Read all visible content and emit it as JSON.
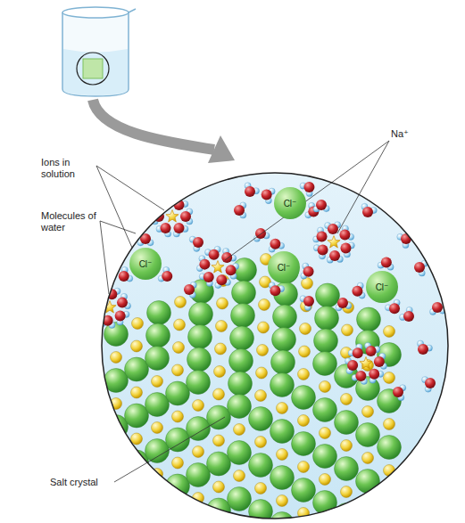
{
  "diagram": {
    "nodes": [
      {
        "text": [
          "Cl⁻"
        ]
      },
      {
        "text": [
          "Cl⁻"
        ]
      },
      {
        "text": [
          "Cl⁻"
        ]
      },
      {
        "text": [
          "Cl⁻"
        ]
      }
    ],
    "labels": [
      "Ions in solution",
      "Molecules of water",
      "Na⁺",
      "Salt crystal"
    ]
  }
}
